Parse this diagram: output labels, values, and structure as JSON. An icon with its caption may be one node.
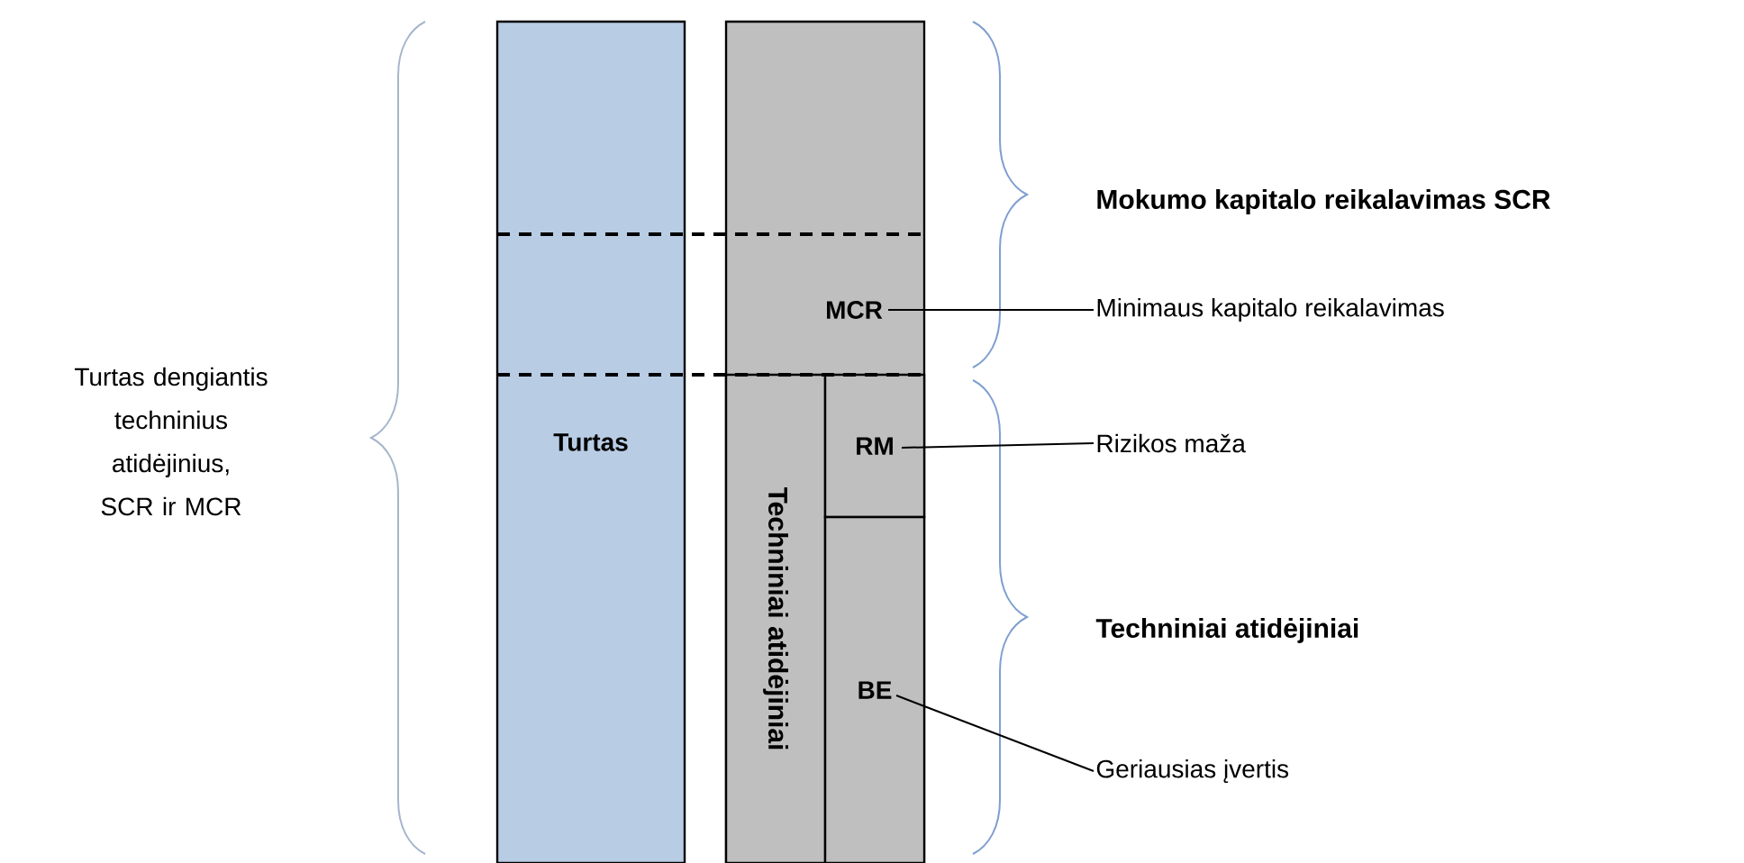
{
  "diagram": {
    "nodes": [
      {
        "text": [
          "Turtas"
        ]
      },
      {
        "text": [],
        "shape": "box"
      },
      {
        "text": [
          "MCR"
        ],
        "in": 1
      },
      {
        "text": [
          "Techniniai atidėjiniai"
        ],
        "in": 1
      },
      {
        "text": [
          "RM"
        ],
        "in": 1
      },
      {
        "text": [
          "BE"
        ],
        "in": 1
      },
      {
        "text": [
          "Minimaus kapitalo reikalavimas"
        ]
      },
      {
        "text": [
          "Rizikos maža"
        ]
      },
      {
        "text": [
          "Geriausias įvertis"
        ]
      }
    ],
    "edges": [
      {
        "from": 2,
        "to": 6,
        "arrow": "none"
      },
      {
        "from": 4,
        "to": 7,
        "arrow": "none"
      },
      {
        "from": 5,
        "to": 8,
        "arrow": "none"
      }
    ],
    "labels": [
      "Turtas dengiantis techninius atidėjinius, SCR ir MCR",
      "Mokumo kapitalo reikalavimas SCR",
      "Techniniai atidėjiniai"
    ]
  }
}
